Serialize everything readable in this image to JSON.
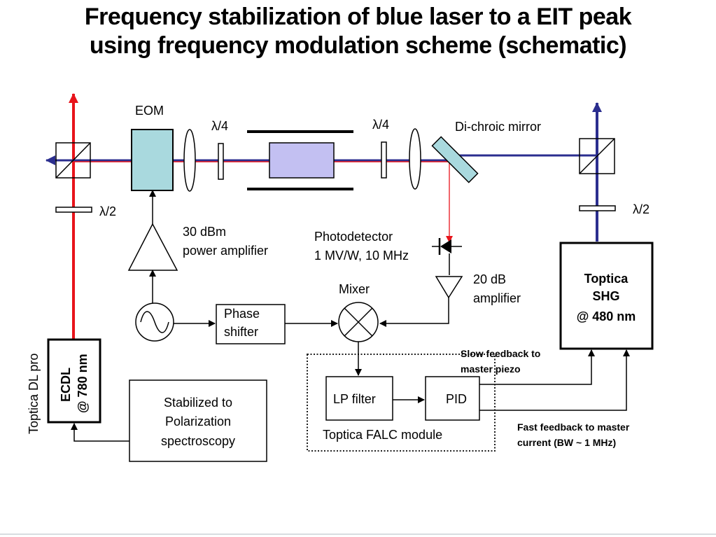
{
  "title": {
    "line1": "Frequency stabilization of blue laser to a EIT peak",
    "line2": "using frequency modulation scheme (schematic)"
  },
  "labels": {
    "eom": "EOM",
    "qwp_left": "λ/4",
    "qwp_right": "λ/4",
    "dichroic": "Di-chroic mirror",
    "hwp_left": "λ/2",
    "hwp_right": "λ/2",
    "amp_power_line1": "30 dBm",
    "amp_power_line2": "power amplifier",
    "photodetector_line1": "Photodetector",
    "photodetector_line2": "1 MV/W, 10 MHz",
    "amp20_line1": "20 dB",
    "amp20_line2": "amplifier",
    "mixer": "Mixer",
    "phase_shifter_line1": "Phase",
    "phase_shifter_line2": "shifter",
    "toptica_shg_line1": "Toptica",
    "toptica_shg_line2": "SHG",
    "toptica_shg_line3": "@ 480 nm",
    "toptica_dl_pro": "Toptica DL pro",
    "ecdl_line1": "ECDL",
    "ecdl_line2": "@ 780 nm",
    "stabilized_line1": "Stabilized to",
    "stabilized_line2": "Polarization",
    "stabilized_line3": "spectroscopy",
    "lp_filter": "LP filter",
    "pid": "PID",
    "falc_module": "Toptica FALC module",
    "slow_feedback_line1": "Slow feedback to",
    "slow_feedback_line2": "master piezo",
    "fast_feedback_line1": "Fast feedback to master",
    "fast_feedback_line2": "current (BW ~ 1 MHz)"
  },
  "colors": {
    "red_beam": "#e8141b",
    "blue_beam": "#2b2e8f",
    "eom_fill": "#a9d9de",
    "cell_fill": "#c3c0f2",
    "dichroic_fill": "#a9d9de"
  }
}
